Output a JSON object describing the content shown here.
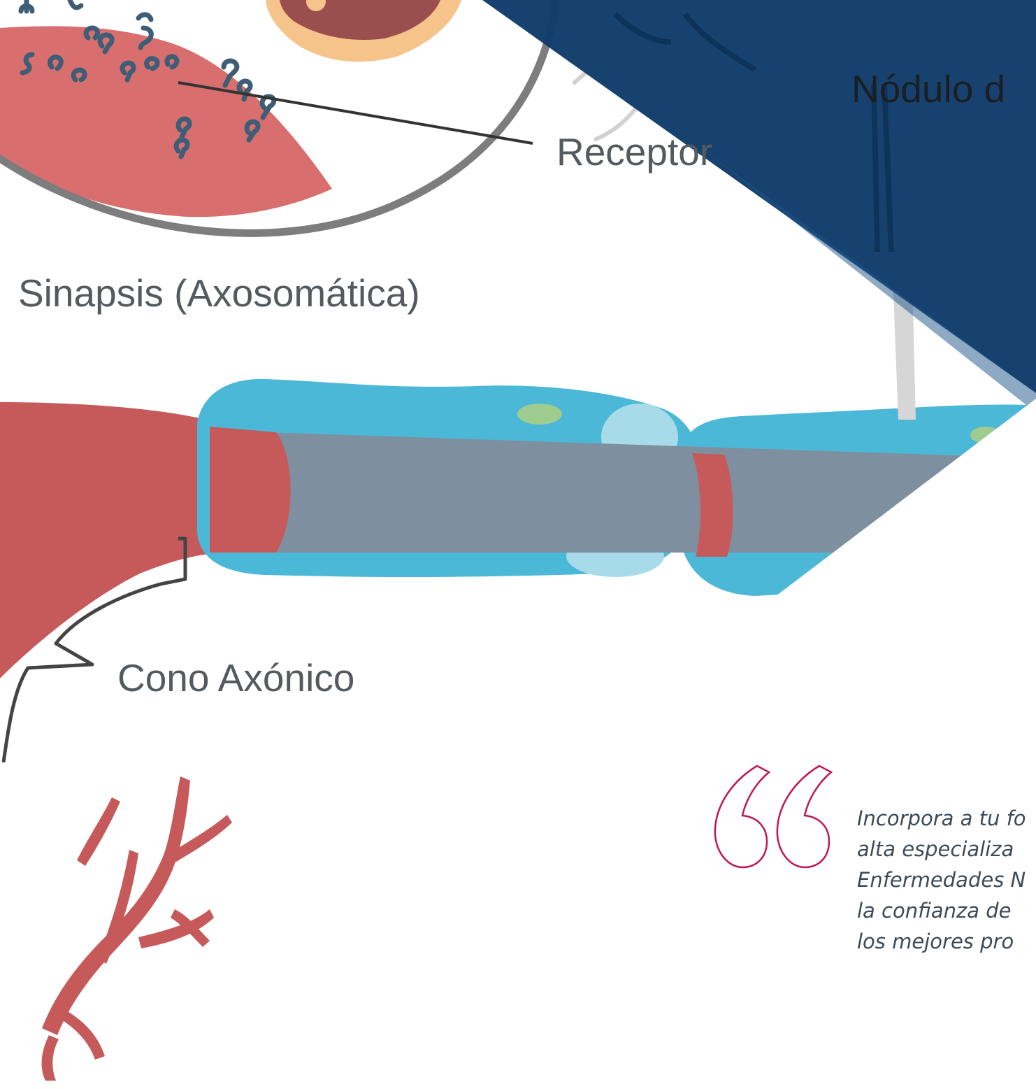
{
  "labels": {
    "nodule": "Nódulo d",
    "receptor": "Receptor",
    "synapse": "Sinapsis (Axosomática)",
    "axon_hillock": "Cono Axónico"
  },
  "quote": {
    "icon": "quote-marks-icon",
    "lines": [
      "Incorpora a tu fo",
      "alta especializa",
      "Enfermedades N",
      "la confianza de",
      "los mejores pro"
    ]
  },
  "colors": {
    "navy_overlay": "#0f3c6b",
    "accent_quote": "#c0184e",
    "cell_red": "#c65a5b",
    "myelin_blue": "#4cb8d8",
    "axon_gray": "#7e8fa0"
  }
}
